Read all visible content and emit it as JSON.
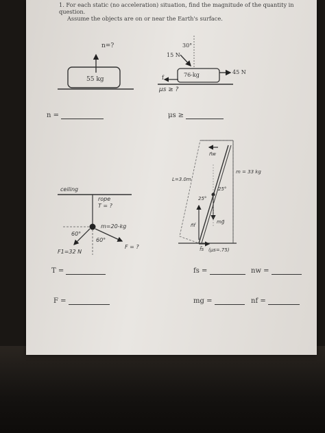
{
  "question": {
    "line1": "1.  For each static (no acceleration) situation, find the magnitude of the quantity in question.",
    "line2": "Assume the objects are on or near the Earth's surface."
  },
  "fig1": {
    "force_label": "n=?",
    "mass_label": "55 kg"
  },
  "fig2": {
    "angle": "30°",
    "push_force": "15 N",
    "mass": "76-kg",
    "pull_force": "45 N",
    "friction": "f",
    "mu_query": "μs ≥ ?"
  },
  "fig3": {
    "ceiling": "ceiling",
    "rope": "rope",
    "tension": "T = ?",
    "mass": "m=20-kg",
    "angle_left": "60°",
    "angle_right": "60°",
    "f_right": "F = ?",
    "f1": "F1=32 N"
  },
  "fig4": {
    "nw": "n⃗w",
    "mass": "m = 33 kg",
    "length": "L=3.0m",
    "angle_top": "25°",
    "angle_mid": "25°",
    "nf": "n⃗f",
    "weight": "mg⃗",
    "friction": "f⃗s",
    "mu": "(μs=.75)"
  },
  "answers": {
    "n": "n =",
    "mu": "μs ≥",
    "t": "T =",
    "fs": "fs =",
    "nw": "nw =",
    "f": "F =",
    "mg": "mg =",
    "nf": "nf ="
  }
}
